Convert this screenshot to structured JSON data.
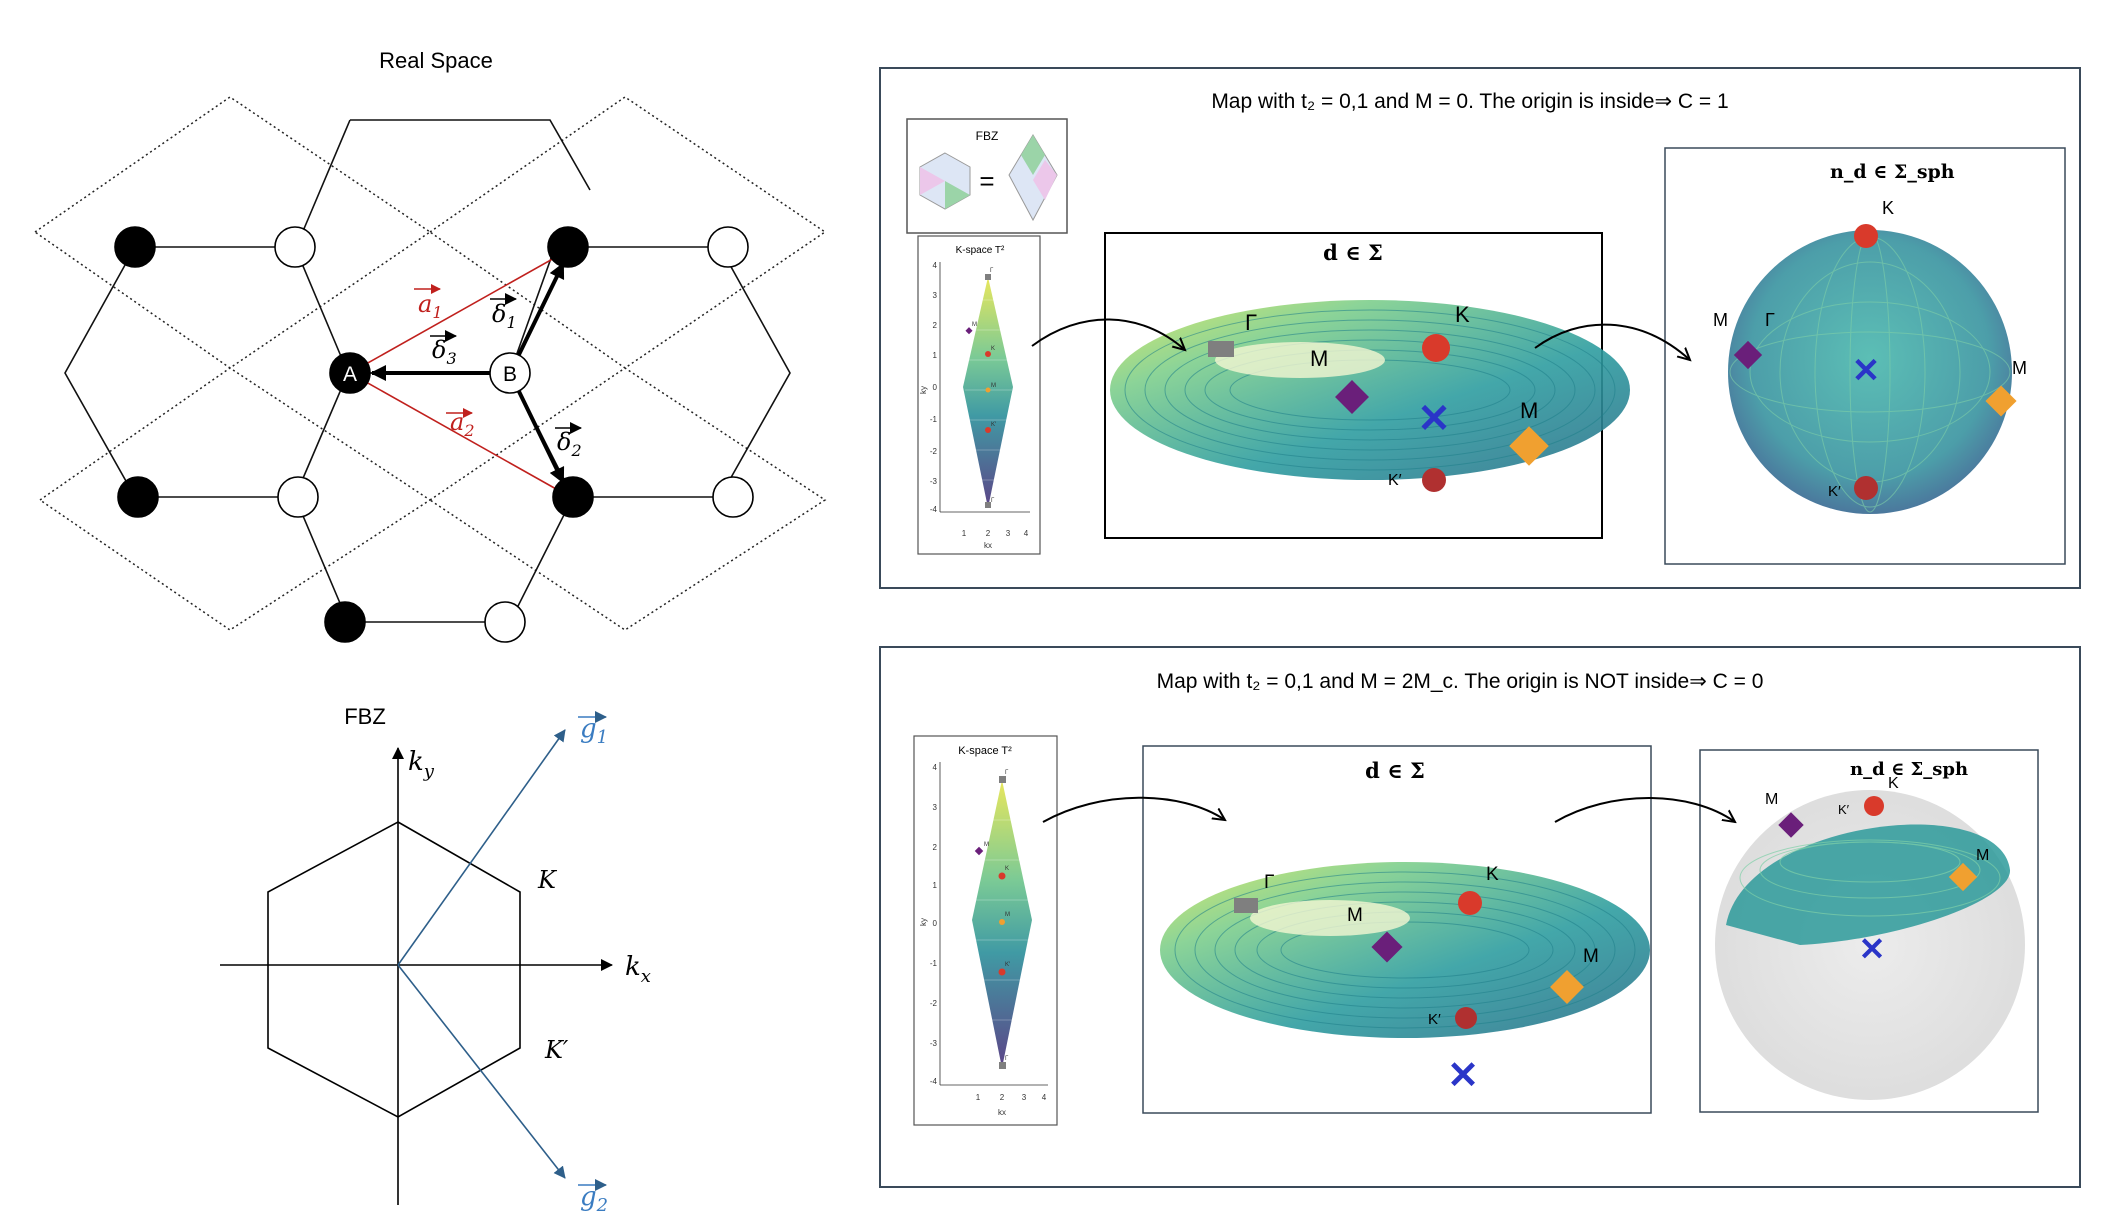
{
  "real_space": {
    "title": "Real Space",
    "atom_a": "A",
    "atom_b": "B",
    "a1": "a",
    "a1_sub": "1",
    "a2": "a",
    "a2_sub": "2",
    "delta1": "δ",
    "delta1_sub": "1",
    "delta2": "δ",
    "delta2_sub": "2",
    "delta3": "δ",
    "delta3_sub": "3",
    "colors": {
      "lattice_vector": "#c0201d",
      "bond_vector": "#000000"
    }
  },
  "fbz": {
    "title": "FBZ",
    "kx": "k",
    "kx_sub": "x",
    "ky": "k",
    "ky_sub": "y",
    "K": "K",
    "Kp": "K′",
    "g1": "g",
    "g1_sub": "1",
    "g2": "g",
    "g2_sub": "2",
    "colors": {
      "reciprocal_vector": "#2e5f8a",
      "reciprocal_label": "#3a7cc1"
    }
  },
  "panel_top": {
    "caption": "Map with t₂ = 0,1 and M = 0. The origin is inside⇒ C = 1",
    "fbz_thumb_title": "FBZ",
    "equals": "=",
    "kspace_title": "K-space T²",
    "kspace_yticks": [
      "4",
      "3",
      "2",
      "1",
      "0",
      "-1",
      "-2",
      "-3",
      "-4"
    ],
    "kspace_xticks": [
      "1",
      "2",
      "3",
      "4"
    ],
    "kspace_xlabel": "kx",
    "kspace_ylabel": "ky",
    "kspace_points": [
      "Γ",
      "M",
      "K",
      "M",
      "K′",
      "Γ"
    ],
    "torus_title": "d ∈ Σ",
    "torus_labels": {
      "gamma": "Γ",
      "K": "K",
      "M1": "M",
      "M2": "M",
      "Kp": "K′"
    },
    "sphere_title": "n_d ∈ Σ_sph",
    "sphere_labels": {
      "K": "K",
      "M1": "M",
      "gamma": "Γ",
      "M2": "M",
      "Kp": "K′"
    }
  },
  "panel_bottom": {
    "caption": "Map with t₂ = 0,1 and M = 2M_c. The origin is NOT inside⇒ C = 0",
    "kspace_title": "K-space T²",
    "kspace_yticks": [
      "4",
      "3",
      "2",
      "1",
      "0",
      "-1",
      "-2",
      "-3",
      "-4"
    ],
    "kspace_xticks": [
      "1",
      "2",
      "3",
      "4"
    ],
    "kspace_xlabel": "kx",
    "kspace_ylabel": "ky",
    "kspace_points": [
      "Γ",
      "M",
      "K",
      "M",
      "K′",
      "Γ"
    ],
    "torus_title": "d ∈ Σ",
    "torus_labels": {
      "gamma": "Γ",
      "K": "K",
      "M1": "M",
      "M2": "M",
      "Kp": "K′"
    },
    "sphere_title": "n_d ∈ Σ_sph",
    "sphere_labels": {
      "K": "K",
      "M1": "M",
      "Kp": "K′",
      "M2": "M"
    }
  },
  "marker_colors": {
    "gamma": "#7f7f7f",
    "K": "#d93a2b",
    "M_purple": "#6a1f7a",
    "M_orange": "#f0a030",
    "origin_cross": "#2a35c8"
  }
}
